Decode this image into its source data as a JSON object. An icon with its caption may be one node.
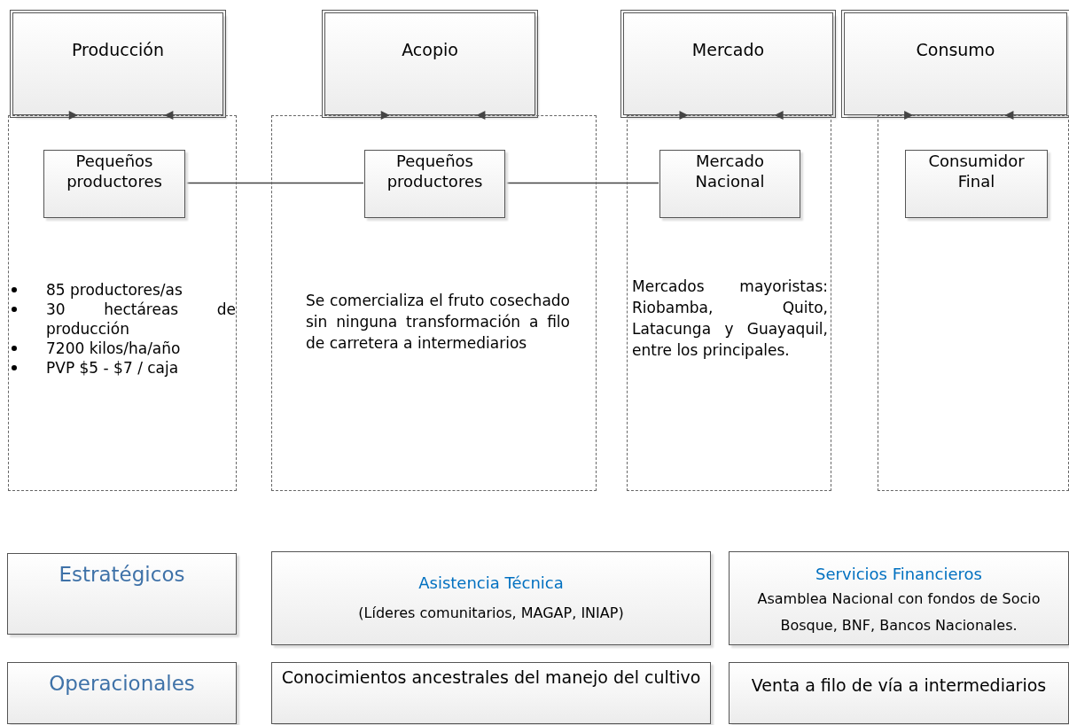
{
  "diagram": {
    "nodes": [
      {
        "text": [
          "Producción"
        ]
      },
      {
        "text": [
          "85 productores/as",
          "30 hectáreas de producción",
          "7200 kilos/ha/año",
          "PVP $5 - $7 / caja"
        ]
      },
      {
        "text": [
          "Pequeños productores"
        ],
        "in": 1
      },
      {
        "text": [
          "Acopio"
        ]
      },
      {
        "text": [
          "Se comercializa el fruto cosechado sin ninguna transformación a filo de carretera a intermediarios"
        ]
      },
      {
        "text": [
          "Pequeños productores"
        ],
        "in": 4
      },
      {
        "text": [
          "Mercado"
        ]
      },
      {
        "text": [
          "Mercados mayoristas: Riobamba, Quito, Latacunga y Guayaquil, entre los principales."
        ]
      },
      {
        "text": [
          "Mercado Nacional"
        ],
        "in": 7
      },
      {
        "text": [
          "Consumo"
        ]
      },
      {
        "text": [],
        "shape": "box"
      },
      {
        "text": [
          "Consumidor Final"
        ],
        "in": 10
      },
      {
        "text": [
          "Estratégicos"
        ]
      },
      {
        "text": [
          "Asistencia Técnica",
          "(Líderes comunitarios, MAGAP, INIAP)"
        ]
      },
      {
        "text": [
          "Servicios Financieros",
          "Asamblea Nacional con fondos de Socio Bosque, BNF, Bancos Nacionales."
        ]
      },
      {
        "text": [
          "Operacionales"
        ]
      },
      {
        "text": [
          "Conocimientos ancestrales del manejo del cultivo"
        ]
      },
      {
        "text": [
          "Venta a filo de vía a intermediarios"
        ]
      }
    ],
    "edges": [
      {
        "from": 2,
        "to": 5,
        "arrow": "none"
      },
      {
        "from": 5,
        "to": 8,
        "arrow": "none"
      }
    ]
  }
}
